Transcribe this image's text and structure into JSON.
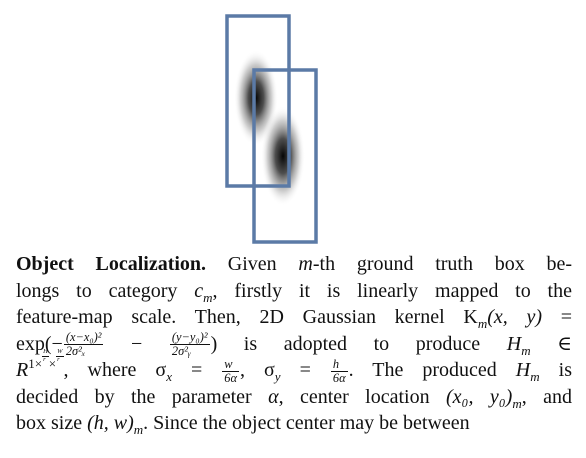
{
  "figure": {
    "box_stroke": "#5b7aa6",
    "blob_core": "#111111"
  },
  "paragraph": {
    "heading": "Object Localization.",
    "l1": " Given ",
    "l1_m": "m",
    "l1_rest": "-th ground truth box be-",
    "l2_a": "longs to category ",
    "l2_c": "c",
    "l2_csub": "m",
    "l2_rest": ", firstly it is linearly mapped to the",
    "l3_a": "feature-map scale. Then, 2D Gaussian kernel K",
    "l3_sub": "m",
    "l3_args": "(x, y)",
    "l3_eq": " =",
    "l4_exp": "exp(−",
    "l4_f1_num": "(x−x₀)²",
    "l4_f1_den": "2σ²ₓ",
    "l4_minus": " − ",
    "l4_f2_num": "(y−y₀)²",
    "l4_f2_den": "2σ²ᵧ",
    "l4_rest": ") is adopted to produce ",
    "l4_H": "H",
    "l4_Hsub": "m",
    "l4_in": " ∈",
    "l5_R": "R",
    "l5_sup_1": "1×",
    "l5_sup_H": "H",
    "l5_sup_r": "r",
    "l5_sup_x": "×",
    "l5_sup_W": "W",
    "l5_sup_r2": "r",
    "l5_where": ", where σ",
    "l5_x": "x",
    "l5_eq1": " = ",
    "l5_f1_num": "w",
    "l5_f1_den": "6α",
    "l5_sig2": ", σ",
    "l5_y": "y",
    "l5_eq2": " = ",
    "l5_f2_num": "h",
    "l5_f2_den": "6α",
    "l5_rest": ". The produced ",
    "l5_H": "H",
    "l5_Hsub": "m",
    "l5_is": " is",
    "l6_a": "decided by the parameter ",
    "l6_alpha": "α",
    "l6_b": ", center location ",
    "l6_loc": "(x₀, y₀)",
    "l6_locsub": "m",
    "l6_c": ", and",
    "l7_a": "box size ",
    "l7_size": "(h, w)",
    "l7_sub": "m",
    "l7_rest": ". Since the object center may be between"
  }
}
